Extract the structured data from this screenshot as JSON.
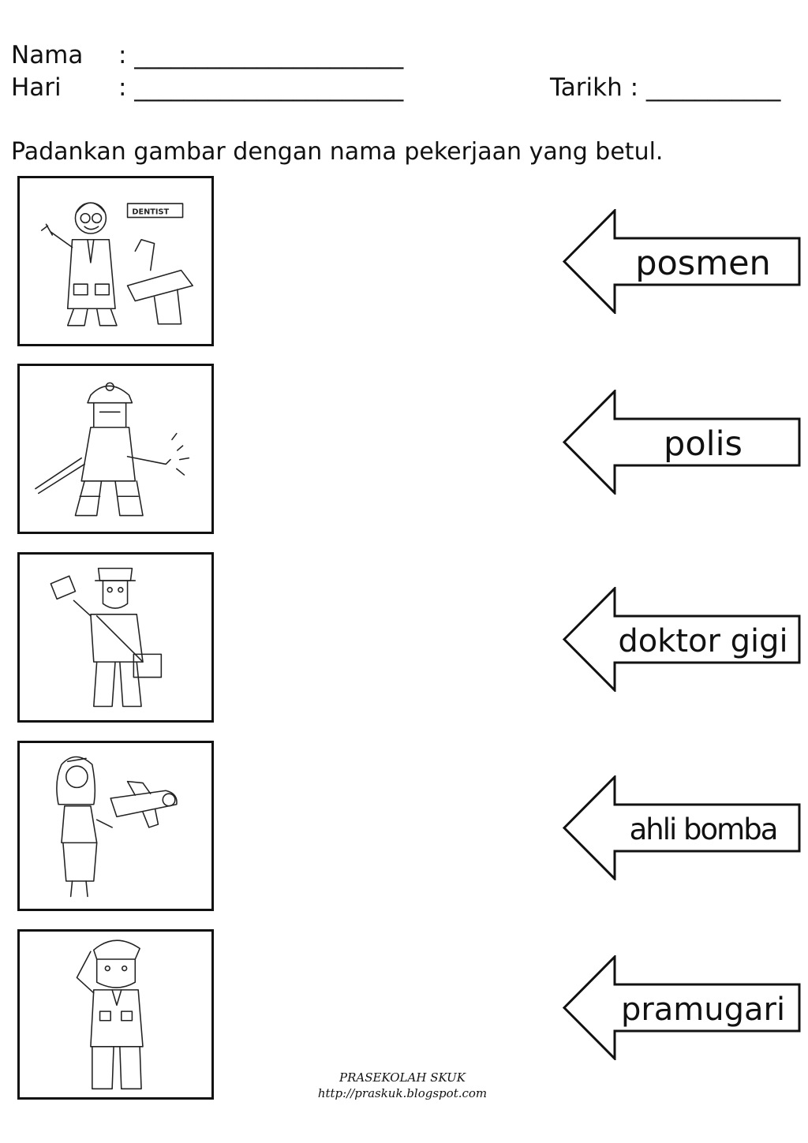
{
  "header": {
    "nama_label": "Nama",
    "nama_value": ": ______________________",
    "hari_label": "Hari",
    "hari_value": ": ______________________",
    "tarikh_label": "Tarikh : ___________"
  },
  "instruction": "Padankan gambar dengan nama pekerjaan yang betul.",
  "pictures": [
    {
      "icon": "dentist-picture",
      "sign_text": "DENTIST"
    },
    {
      "icon": "firefighter-picture"
    },
    {
      "icon": "postman-picture"
    },
    {
      "icon": "flight-attendant-picture"
    },
    {
      "icon": "police-picture"
    }
  ],
  "answers": [
    "posmen",
    "polis",
    "doktor gigi",
    "ahli bomba",
    "pramugari"
  ],
  "footer": {
    "line1": "PRASEKOLAH SKUK",
    "line2": "http://praskuk.blogspot.com"
  }
}
